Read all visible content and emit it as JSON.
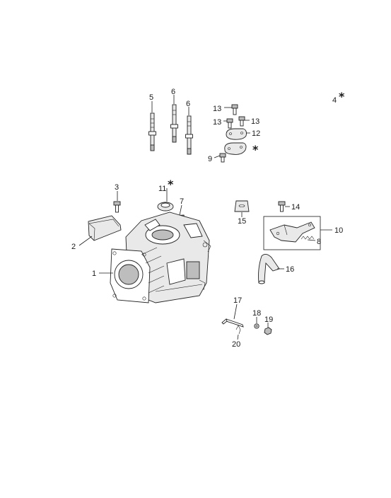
{
  "labels": {
    "p1": "1",
    "p2": "2",
    "p3": "3",
    "p4": "4",
    "p5": "5",
    "p6a": "6",
    "p6b": "6",
    "p7": "7",
    "p8": "8",
    "p9": "9",
    "p10": "10",
    "p11": "11",
    "p12": "12",
    "p13a": "13",
    "p13b": "13",
    "p13c": "13",
    "p14": "14",
    "p15": "15",
    "p16": "16",
    "p17": "17",
    "p18": "18",
    "p19": "19",
    "p20": "20",
    "star": "*"
  }
}
